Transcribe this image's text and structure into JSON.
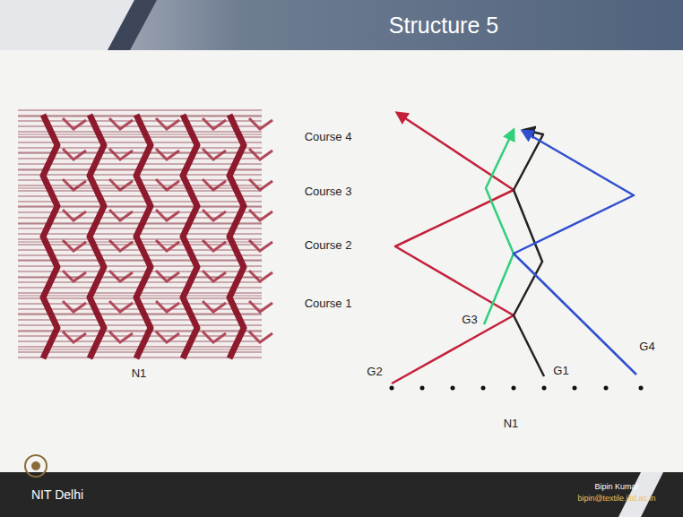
{
  "diagram": {
    "title": "Structure 5",
    "labels": [
      "Course 4",
      "Course 3",
      "Course 2",
      "Course 1",
      "G3",
      "G2",
      "G1",
      "G4",
      "N1",
      "N1",
      "NIT Delhi",
      "Bipin Kumar",
      "bipin@textile.iitd.ac.in"
    ]
  }
}
